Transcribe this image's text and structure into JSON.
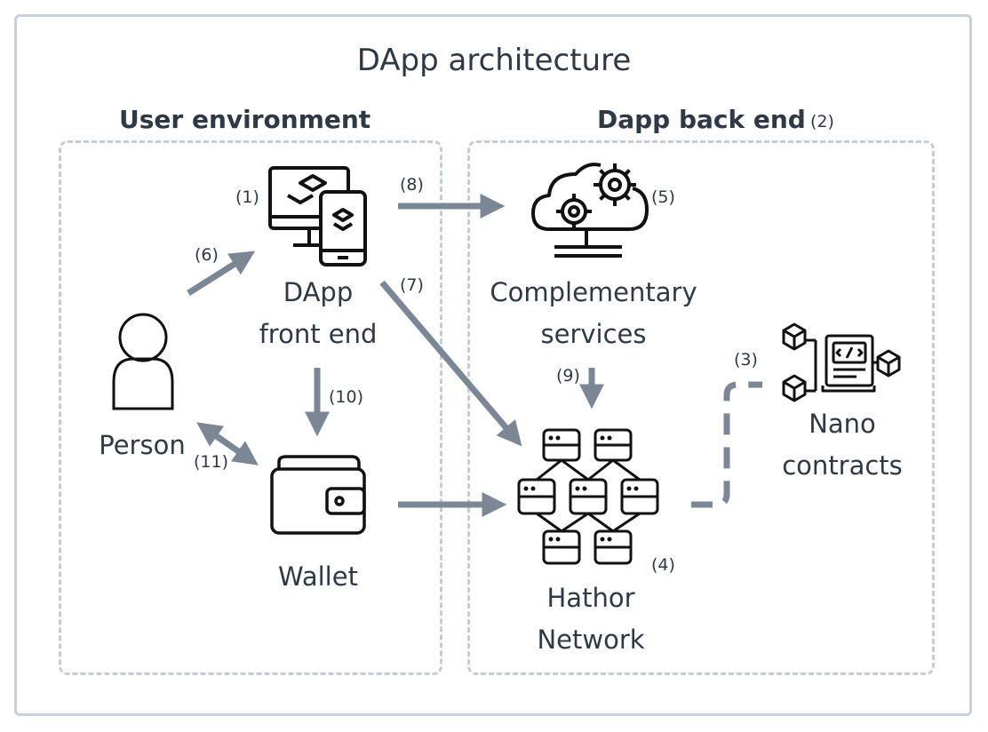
{
  "title": "DApp architecture",
  "zones": {
    "user": {
      "heading": "User environment"
    },
    "backend": {
      "heading": "Dapp back end",
      "number": "(2)"
    }
  },
  "nodes": {
    "frontend": {
      "number": "(1)",
      "line1": "DApp",
      "line2": "front end",
      "icon": "desktop-and-phone-icon"
    },
    "services": {
      "number": "(5)",
      "line1": "Complementary",
      "line2": "services",
      "icon": "cloud-gears-icon"
    },
    "person": {
      "label": "Person",
      "icon": "person-icon"
    },
    "wallet": {
      "label": "Wallet",
      "icon": "wallet-icon"
    },
    "network": {
      "number": "(4)",
      "line1": "Hathor",
      "line2": "Network",
      "icon": "server-network-icon"
    },
    "contracts": {
      "number": "(3)",
      "line1": "Nano",
      "line2": "contracts",
      "icon": "smart-contract-icon"
    }
  },
  "connections": [
    {
      "id": "6",
      "label": "(6)",
      "from": "person",
      "to": "frontend"
    },
    {
      "id": "7",
      "label": "(7)",
      "from": "frontend",
      "to": "network"
    },
    {
      "id": "8",
      "label": "(8)",
      "from": "frontend",
      "to": "services"
    },
    {
      "id": "9",
      "label": "(9)",
      "from": "services",
      "to": "network"
    },
    {
      "id": "10",
      "label": "(10)",
      "from": "frontend",
      "to": "wallet"
    },
    {
      "id": "11",
      "label": "(11)",
      "from": "person",
      "to": "wallet",
      "bidirectional": true
    },
    {
      "id": "wallet-network",
      "label": "",
      "from": "wallet",
      "to": "network"
    },
    {
      "id": "3",
      "label": "",
      "from": "network",
      "to": "contracts",
      "style": "dashed"
    }
  ],
  "colors": {
    "arrow": "#7b8794",
    "zone_border": "#c5ccd5",
    "frame_border": "#c9d1da",
    "text": "#2f3945",
    "icon": "#111111"
  }
}
